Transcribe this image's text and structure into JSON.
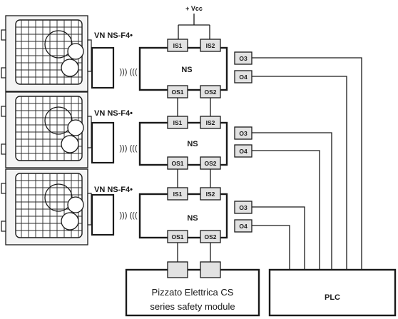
{
  "supply": {
    "label": "+ Vcc"
  },
  "units": [
    {
      "sensor_label": "VN NS-F4•",
      "actuator_label": "NS",
      "inputs": [
        "IS1",
        "IS2"
      ],
      "safety_outputs": [
        "OS1",
        "OS2"
      ],
      "signal_outputs": [
        "O3",
        "O4"
      ]
    },
    {
      "sensor_label": "VN NS-F4•",
      "actuator_label": "NS",
      "inputs": [
        "IS1",
        "IS2"
      ],
      "safety_outputs": [
        "OS1",
        "OS2"
      ],
      "signal_outputs": [
        "O3",
        "O4"
      ]
    },
    {
      "sensor_label": "VN NS-F4•",
      "actuator_label": "NS",
      "inputs": [
        "IS1",
        "IS2"
      ],
      "safety_outputs": [
        "OS1",
        "OS2"
      ],
      "signal_outputs": [
        "O3",
        "O4"
      ]
    }
  ],
  "rfid_symbol": "))) (((",
  "safety_module": {
    "line1": "Pizzato Elettrica",
    "line1_accent": "CS",
    "line2_accent": "series",
    "line2": "safety module"
  },
  "plc": {
    "label": "PLC"
  }
}
